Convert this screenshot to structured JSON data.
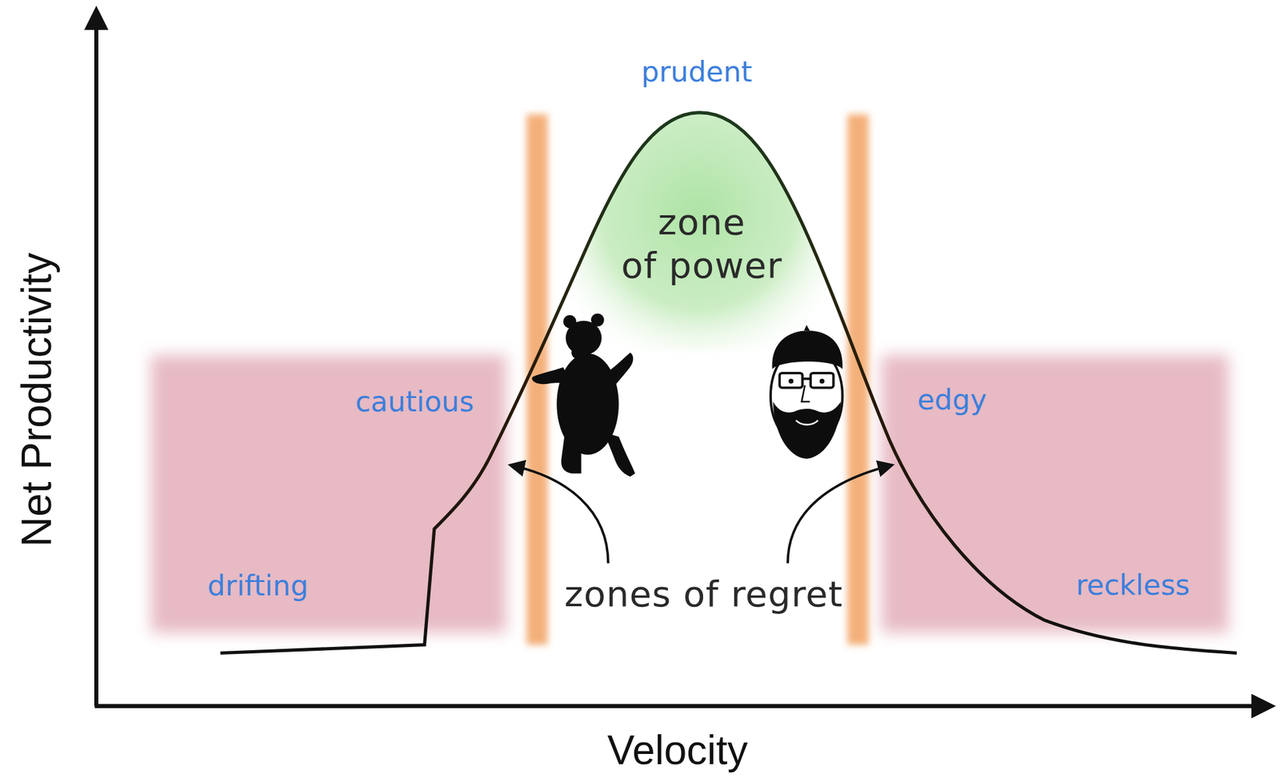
{
  "diagram": {
    "nodes": [
      {
        "text": [
          "zone of power"
        ]
      },
      {
        "text": [
          "cautious",
          "drifting"
        ]
      },
      {
        "text": [
          "edgy",
          "reckless"
        ]
      }
    ],
    "labels": [
      "prudent",
      "zones of regret",
      "Net Productivity",
      "Velocity"
    ]
  }
}
